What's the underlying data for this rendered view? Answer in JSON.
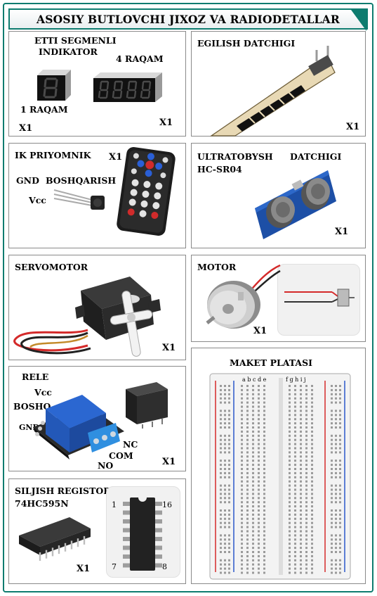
{
  "title": "ASOSIY BUTLOVCHI JIXOZ VA RADIODETALLAR",
  "qty": "X1",
  "seven_segment": {
    "title_line1": "ETTI SEGMENLI",
    "title_line2": "INDIKATOR",
    "label_one": "1 RAQAM",
    "label_four": "4 RAQAM"
  },
  "flex_sensor": {
    "title": "EGILISH DATCHIGI"
  },
  "ir_receiver": {
    "title": "IK PRIYOMNIK",
    "pin_gnd": "GND",
    "pin_signal": "BOSHQARISH",
    "pin_vcc": "Vcc"
  },
  "ultrasonic": {
    "title_line1": "ULTRATOBYSH",
    "title_word2": "DATCHIGI",
    "model": "HC-SR04"
  },
  "servo": {
    "title": "SERVOMOTOR"
  },
  "motor": {
    "title": "MOTOR"
  },
  "relay": {
    "title": "RELE",
    "pin_vcc": "Vcc",
    "pin_ctrl": "BOSHQ",
    "pin_gnd": "GND",
    "pin_nc": "NC",
    "pin_com": "COM",
    "pin_no": "NO"
  },
  "breadboard": {
    "title": "MAKET PLATASI",
    "cols_left": "a b c d e",
    "cols_right": "f g h i j"
  },
  "shift_register": {
    "title": "SILJISH REGISTORI",
    "model": "74HC595N",
    "pin_1": "1",
    "pin_16": "16",
    "pin_7": "7",
    "pin_8": "8"
  }
}
